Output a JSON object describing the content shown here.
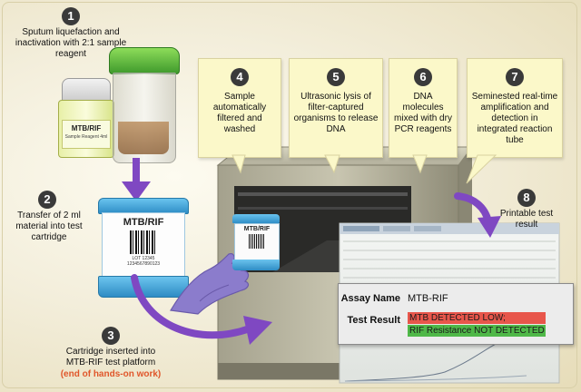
{
  "steps": [
    {
      "num": "1",
      "text": "Sputum liquefaction and inactivation with 2:1 sample reagent"
    },
    {
      "num": "2",
      "text": "Transfer of 2 ml material into test cartridge"
    },
    {
      "num": "3",
      "text": "Cartridge inserted into MTB-RIF test platform"
    },
    {
      "num": "4",
      "text": "Sample automatically filtered and washed"
    },
    {
      "num": "5",
      "text": "Ultrasonic lysis of filter-captured organisms to release DNA"
    },
    {
      "num": "6",
      "text": "DNA molecules mixed with dry PCR reagents"
    },
    {
      "num": "7",
      "text": "Seminested real-time amplification and detection in integrated reaction tube"
    },
    {
      "num": "8",
      "text": "Printable test result"
    }
  ],
  "step3_note": "(end of hands-on work)",
  "reagent_label": "MTB/RIF",
  "reagent_sublabel": "Sample Reagent 4ml",
  "cartridge_label": "MTB/RIF",
  "cartridge_small_label": "MTB/RIF",
  "cartridge_lot": "LOT 12345",
  "cartridge_serial": "1234567890123",
  "result": {
    "assay_label": "Assay Name",
    "assay_value": "MTB-RIF",
    "result_label": "Test Result",
    "line1": "MTB DETECTED LOW;",
    "line2": "RIF Resistance NOT DETECTED"
  },
  "colors": {
    "arrow": "#7f48c2",
    "callout": "#fbf8c9",
    "number_badge": "#3a3a3a",
    "hands_on_note": "#e0562a",
    "result_red": "#e8564b",
    "result_green": "#4fb848"
  }
}
